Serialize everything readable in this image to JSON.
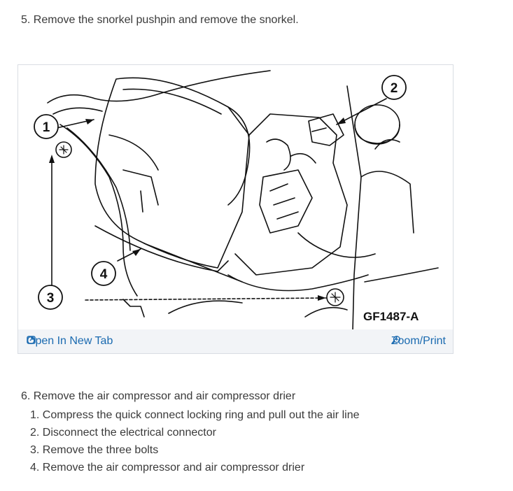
{
  "step5": {
    "text": "5. Remove the snorkel pushpin and remove the snorkel."
  },
  "figure": {
    "code": "GF1487-A",
    "callouts": [
      "1",
      "2",
      "3",
      "4"
    ],
    "open_tab_label": "Open In New Tab",
    "zoom_label": "Zoom/Print",
    "icons": {
      "open_tab": "external-link-icon",
      "zoom": "zoom-in-icon"
    },
    "link_color": "#1a6ab0"
  },
  "step6": {
    "title": "6. Remove the air compressor and air compressor drier",
    "items": [
      "1. Compress the quick connect locking ring and pull out the air line",
      "2. Disconnect the electrical connector",
      "3. Remove the three bolts",
      "4. Remove the air compressor and air compressor drier"
    ]
  }
}
